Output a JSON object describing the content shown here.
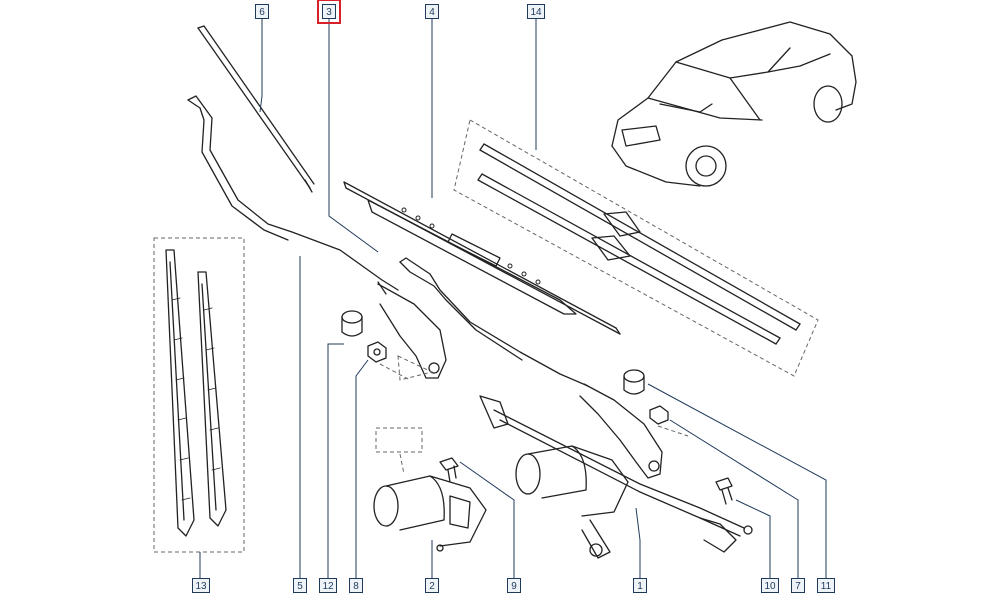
{
  "diagram": {
    "callouts": [
      {
        "id": "c6",
        "label": "6"
      },
      {
        "id": "c3",
        "label": "3",
        "highlight": true
      },
      {
        "id": "c4",
        "label": "4"
      },
      {
        "id": "c14",
        "label": "14"
      },
      {
        "id": "c13",
        "label": "13"
      },
      {
        "id": "c5",
        "label": "5"
      },
      {
        "id": "c12",
        "label": "12"
      },
      {
        "id": "c8",
        "label": "8"
      },
      {
        "id": "c2",
        "label": "2"
      },
      {
        "id": "c9",
        "label": "9"
      },
      {
        "id": "c1",
        "label": "1"
      },
      {
        "id": "c10",
        "label": "10"
      },
      {
        "id": "c7",
        "label": "7"
      },
      {
        "id": "c11",
        "label": "11"
      }
    ],
    "colors": {
      "line": "#222222",
      "leader": "#1f3a5a",
      "highlight": "#d8202a",
      "dash": "#666666"
    }
  }
}
